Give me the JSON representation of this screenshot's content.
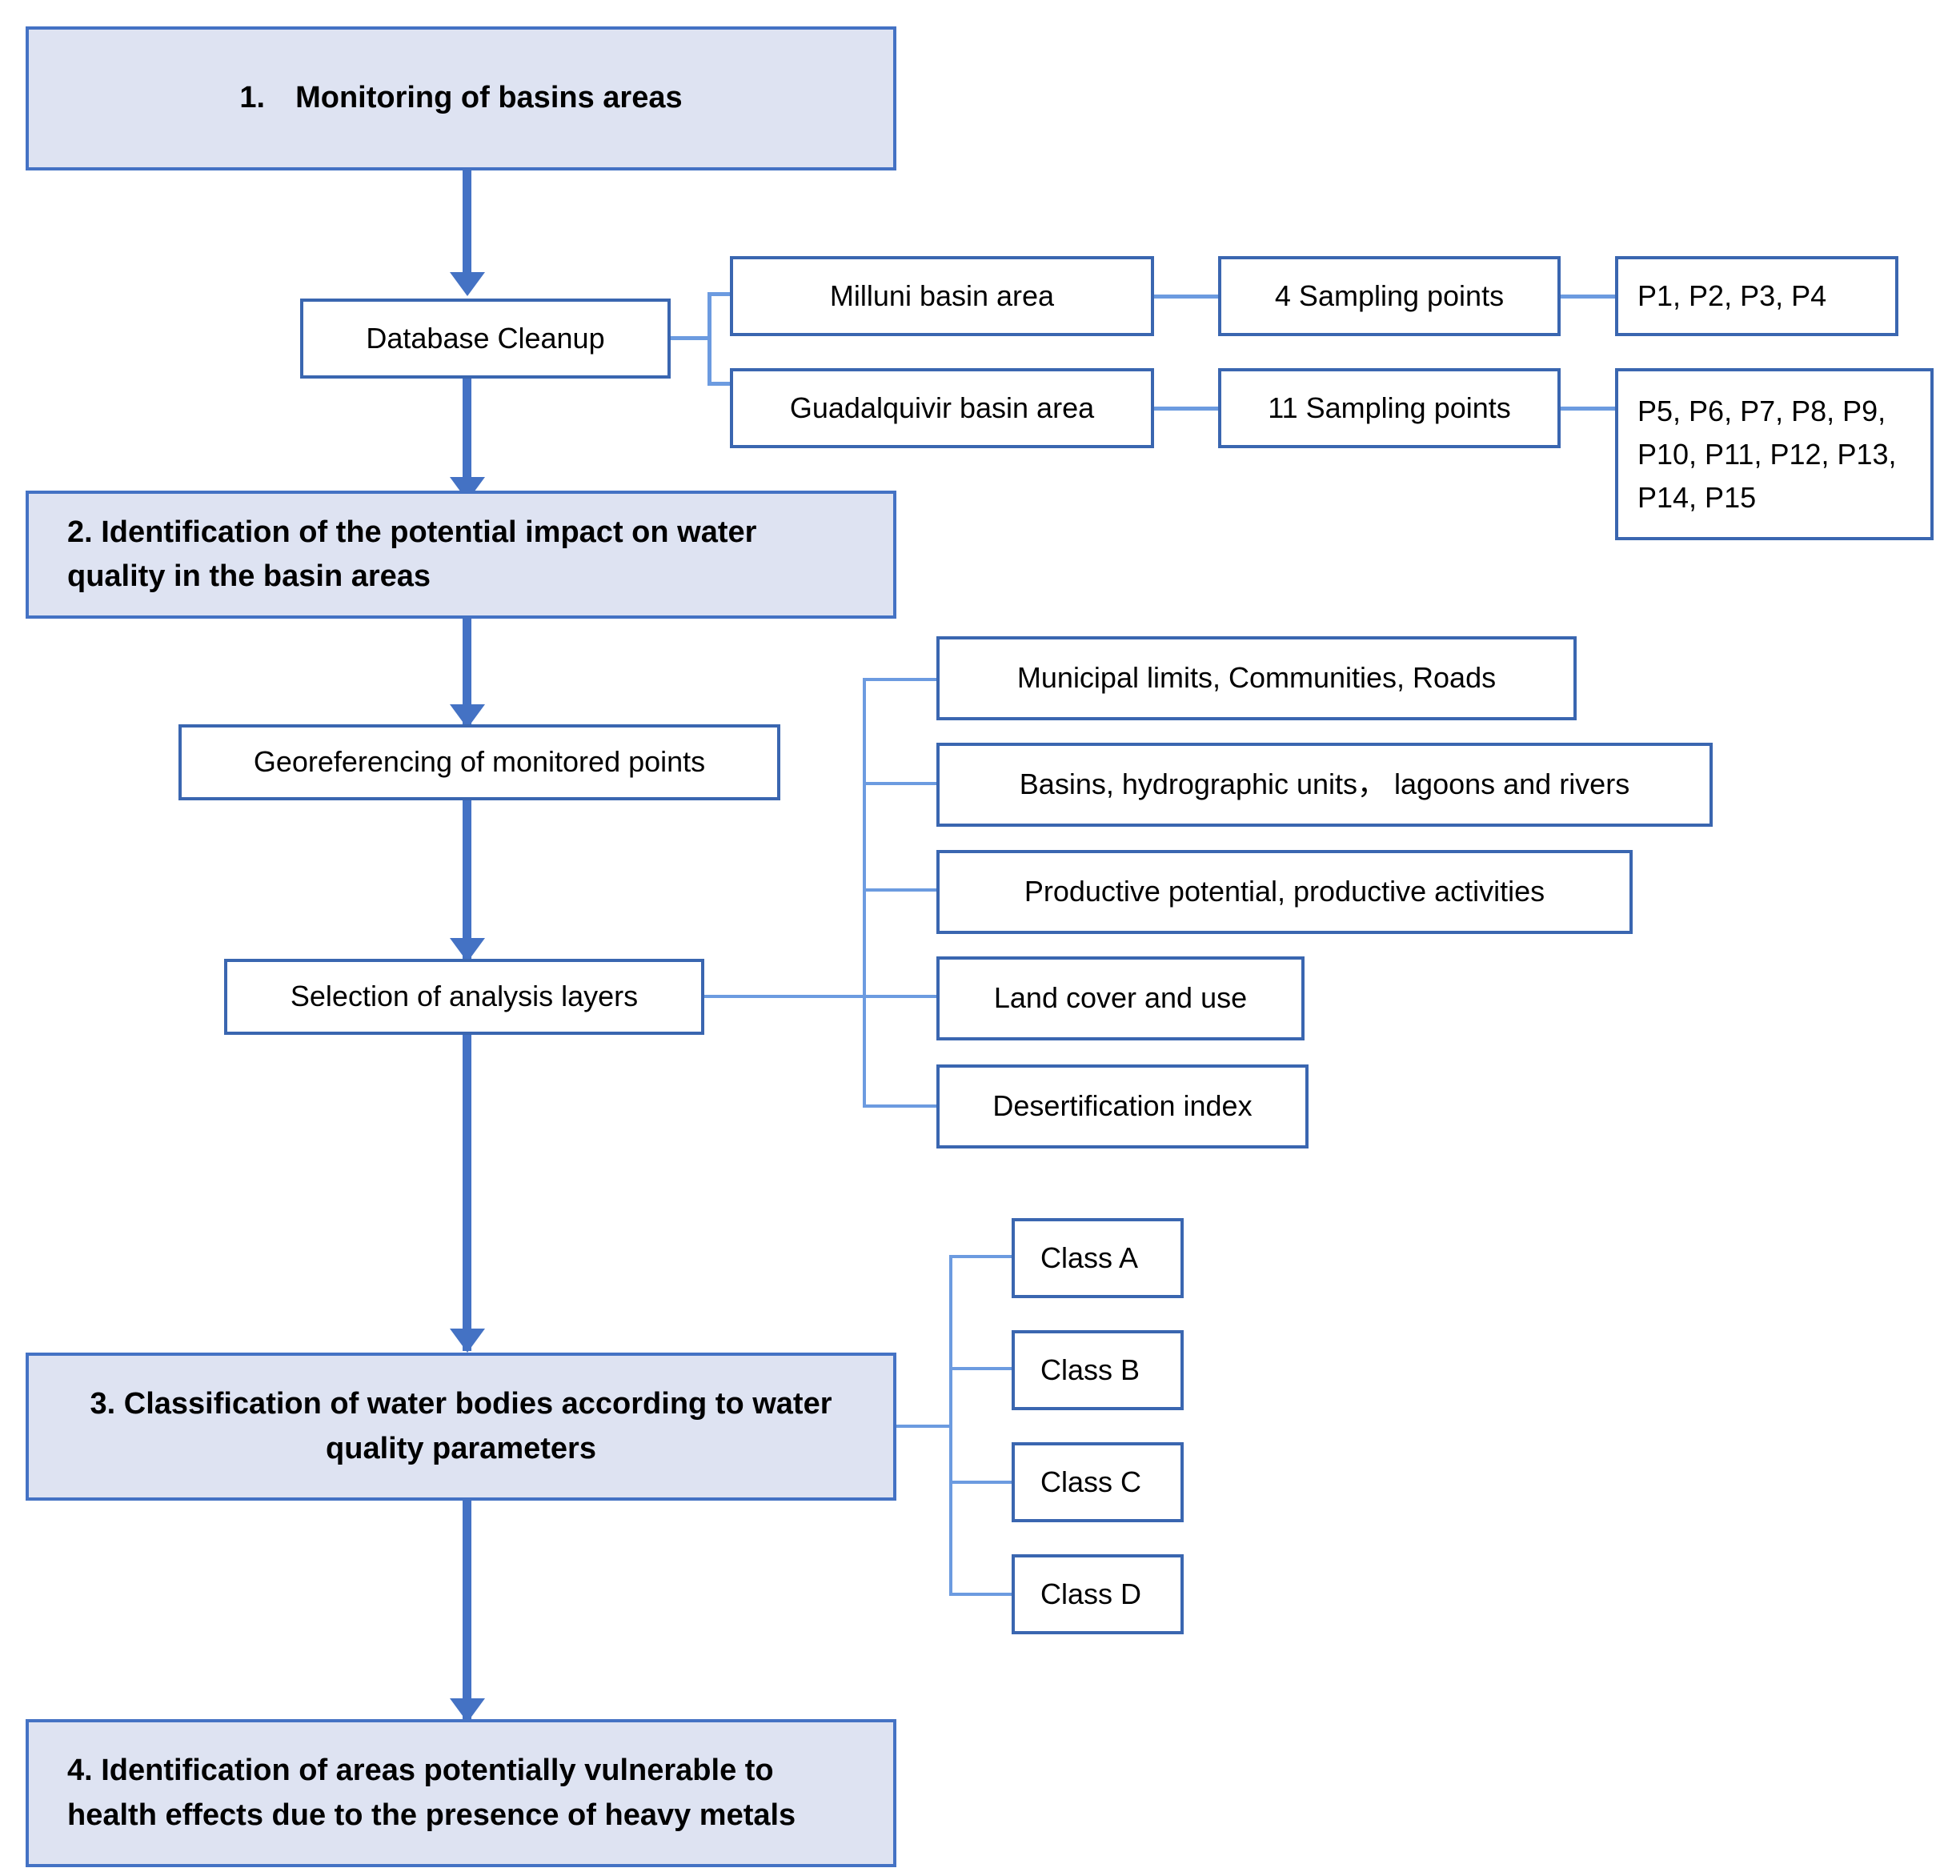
{
  "diagram": {
    "title": "Water quality assessment methodology flowchart",
    "colors": {
      "border": "#3A66B0",
      "stage_border": "#4472C4",
      "stage_fill": "#DEE3F2",
      "connector": "#4472C4",
      "thin_connector": "#6C9BE0",
      "text": "#000000",
      "background": "#FFFFFF"
    }
  },
  "stages": {
    "stage1": "1. Monitoring of basins areas",
    "stage2": "2. Identification of the potential impact on water quality in the basin areas",
    "stage3": "3. Classification of water bodies according to water quality parameters",
    "stage4": "4. Identification of areas potentially vulnerable to health effects due to the presence of heavy metals"
  },
  "process": {
    "database_cleanup": "Database Cleanup",
    "georeferencing": "Georeferencing  of monitored points",
    "selection_layers": "Selection of analysis layers"
  },
  "basins": [
    {
      "name": "Milluni basin area",
      "sampling": "4 Sampling points",
      "points": "P1, P2, P3, P4"
    },
    {
      "name": "Guadalquivir basin area",
      "sampling": "11 Sampling points",
      "points": "P5, P6, P7, P8, P9, P10, P11, P12, P13, P14, P15"
    }
  ],
  "analysis_layers": [
    "Municipal limits, Communities, Roads",
    "Basins, hydrographic units， lagoons and rivers",
    "Productive potential,  productive activities",
    "Land cover  and use",
    "Desertification index"
  ],
  "water_classes": [
    "Class A",
    "Class B",
    "Class C",
    "Class D"
  ]
}
